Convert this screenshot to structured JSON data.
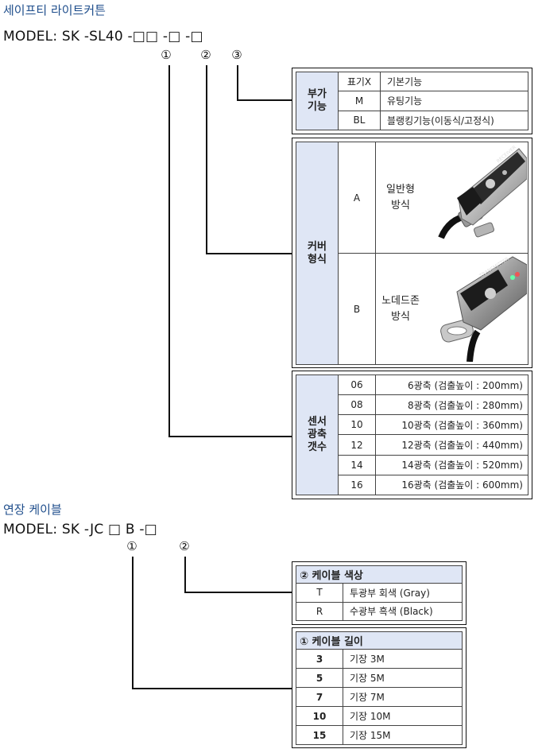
{
  "safety": {
    "title": "세이프티 라이트커튼",
    "model": "MODEL: SK -SL40 -□□ -□ -□",
    "markers": [
      "①",
      "②",
      "③"
    ],
    "option": {
      "label": "부가\n기능",
      "rows": [
        [
          "표기X",
          "기본기능"
        ],
        [
          "M",
          "유팅기능"
        ],
        [
          "BL",
          "블랭킹기능(이동식/고정식)"
        ]
      ]
    },
    "cover": {
      "label": "커버\n형식",
      "rows": [
        {
          "code": "A",
          "name": "일반형\n방식",
          "image": "light-curtain-standard-cover"
        },
        {
          "code": "B",
          "name": "노데드존\n방식",
          "image": "light-curtain-no-dead-zone-cover"
        }
      ]
    },
    "axis": {
      "label": "센서\n광축\n갯수",
      "rows": [
        [
          "06",
          "6광축 (검출높이 : 200mm)"
        ],
        [
          "08",
          "8광축 (검출높이 : 280mm)"
        ],
        [
          "10",
          "10광축 (검출높이 : 360mm)"
        ],
        [
          "12",
          "12광축 (검출높이 : 440mm)"
        ],
        [
          "14",
          "14광축 (검출높이 : 520mm)"
        ],
        [
          "16",
          "16광축 (검출높이 : 600mm)"
        ]
      ]
    }
  },
  "cable": {
    "title": "연장 케이블",
    "model": "MODEL: SK -JC □ B -□",
    "markers": [
      "①",
      "②"
    ],
    "color": {
      "header": "② 케이블 색상",
      "rows": [
        [
          "T",
          "투광부 회색 (Gray)"
        ],
        [
          "R",
          "수광부 흑색 (Black)"
        ]
      ]
    },
    "length": {
      "header": "① 케이블 길이",
      "rows": [
        [
          "3",
          "기장 3M"
        ],
        [
          "5",
          "기장 5M"
        ],
        [
          "7",
          "기장 7M"
        ],
        [
          "10",
          "기장 10M"
        ],
        [
          "15",
          "기장 15M"
        ]
      ]
    }
  }
}
